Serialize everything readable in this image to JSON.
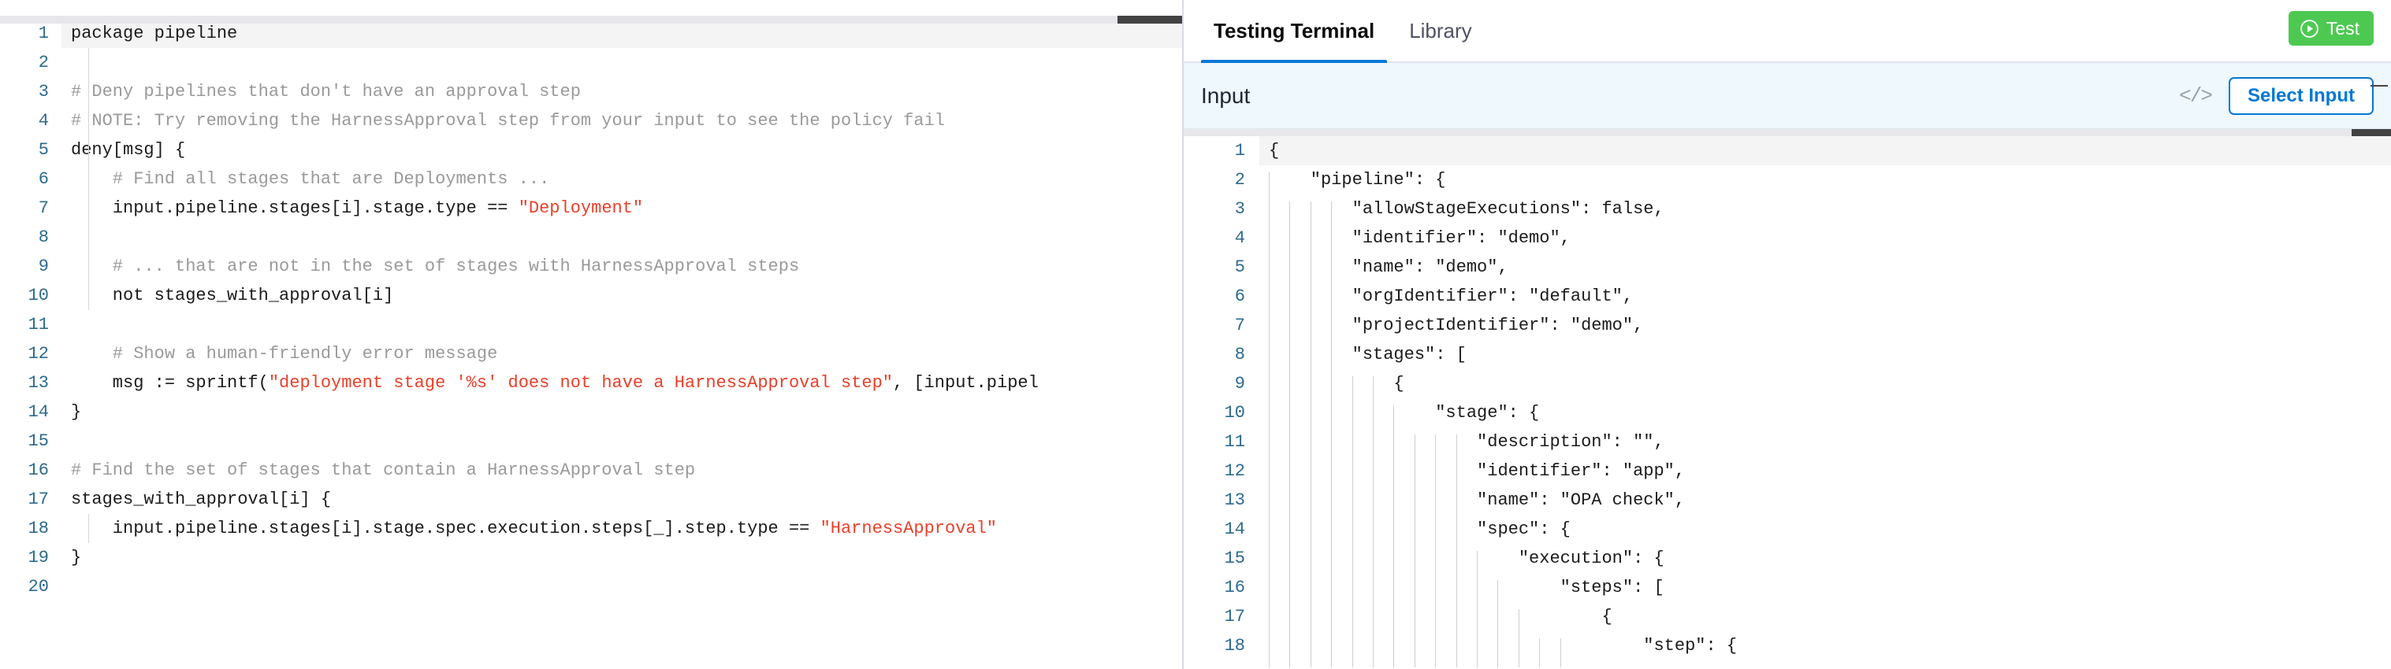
{
  "left_editor": {
    "language": "rego",
    "minimize_icon": "minimize-icon",
    "lines": [
      {
        "n": "1",
        "segments": [
          {
            "t": "package pipeline",
            "c": "plain"
          }
        ]
      },
      {
        "n": "2",
        "segments": [
          {
            "t": "",
            "c": "plain"
          }
        ]
      },
      {
        "n": "3",
        "segments": [
          {
            "t": "# Deny pipelines that don't have an approval step",
            "c": "comment"
          }
        ]
      },
      {
        "n": "4",
        "segments": [
          {
            "t": "# NOTE: Try removing the HarnessApproval step from your input to see the policy fail",
            "c": "comment"
          }
        ]
      },
      {
        "n": "5",
        "segments": [
          {
            "t": "deny[msg] {",
            "c": "plain"
          }
        ]
      },
      {
        "n": "6",
        "segments": [
          {
            "t": "    # Find all stages that are Deployments ...",
            "c": "comment"
          }
        ]
      },
      {
        "n": "7",
        "segments": [
          {
            "t": "    input.pipeline.stages[i].stage.type == ",
            "c": "plain"
          },
          {
            "t": "\"Deployment\"",
            "c": "string"
          }
        ]
      },
      {
        "n": "8",
        "segments": [
          {
            "t": "",
            "c": "plain"
          }
        ]
      },
      {
        "n": "9",
        "segments": [
          {
            "t": "    # ... that are not in the set of stages with HarnessApproval steps",
            "c": "comment"
          }
        ]
      },
      {
        "n": "10",
        "segments": [
          {
            "t": "    not stages_with_approval[i]",
            "c": "plain"
          }
        ]
      },
      {
        "n": "11",
        "segments": [
          {
            "t": "",
            "c": "plain"
          }
        ]
      },
      {
        "n": "12",
        "segments": [
          {
            "t": "    # Show a human-friendly error message",
            "c": "comment"
          }
        ]
      },
      {
        "n": "13",
        "segments": [
          {
            "t": "    msg := sprintf(",
            "c": "plain"
          },
          {
            "t": "\"deployment stage '%s' does not have a HarnessApproval step\"",
            "c": "string"
          },
          {
            "t": ", [input.pipel",
            "c": "plain"
          }
        ]
      },
      {
        "n": "14",
        "segments": [
          {
            "t": "}",
            "c": "plain"
          }
        ]
      },
      {
        "n": "15",
        "segments": [
          {
            "t": "",
            "c": "plain"
          }
        ]
      },
      {
        "n": "16",
        "segments": [
          {
            "t": "# Find the set of stages that contain a HarnessApproval step",
            "c": "comment"
          }
        ]
      },
      {
        "n": "17",
        "segments": [
          {
            "t": "stages_with_approval[i] {",
            "c": "plain"
          }
        ]
      },
      {
        "n": "18",
        "segments": [
          {
            "t": "    input.pipeline.stages[i].stage.spec.execution.steps[_].step.type == ",
            "c": "plain"
          },
          {
            "t": "\"HarnessApproval\"",
            "c": "string"
          }
        ]
      },
      {
        "n": "19",
        "segments": [
          {
            "t": "}",
            "c": "plain"
          }
        ]
      },
      {
        "n": "20",
        "segments": [
          {
            "t": "",
            "c": "plain"
          }
        ]
      }
    ]
  },
  "right_panel": {
    "tabs": [
      {
        "label": "Testing Terminal",
        "active": true
      },
      {
        "label": "Library",
        "active": false
      }
    ],
    "test_button": {
      "label": "Test",
      "icon": "play-circle-icon",
      "color": "#4dc952"
    },
    "input_bar": {
      "label": "Input",
      "code_toggle_icon": "code-brackets-icon",
      "code_toggle_glyph": "</>",
      "select_input_label": "Select Input",
      "accent_color": "#0278d5",
      "background": "#eff8fd"
    },
    "json_editor": {
      "minimize_icon": "minimize-icon",
      "lines": [
        {
          "n": "1",
          "text": "{"
        },
        {
          "n": "2",
          "text": "    \"pipeline\": {"
        },
        {
          "n": "3",
          "text": "        \"allowStageExecutions\": false,"
        },
        {
          "n": "4",
          "text": "        \"identifier\": \"demo\","
        },
        {
          "n": "5",
          "text": "        \"name\": \"demo\","
        },
        {
          "n": "6",
          "text": "        \"orgIdentifier\": \"default\","
        },
        {
          "n": "7",
          "text": "        \"projectIdentifier\": \"demo\","
        },
        {
          "n": "8",
          "text": "        \"stages\": ["
        },
        {
          "n": "9",
          "text": "            {"
        },
        {
          "n": "10",
          "text": "                \"stage\": {"
        },
        {
          "n": "11",
          "text": "                    \"description\": \"\","
        },
        {
          "n": "12",
          "text": "                    \"identifier\": \"app\","
        },
        {
          "n": "13",
          "text": "                    \"name\": \"OPA check\","
        },
        {
          "n": "14",
          "text": "                    \"spec\": {"
        },
        {
          "n": "15",
          "text": "                        \"execution\": {"
        },
        {
          "n": "16",
          "text": "                            \"steps\": ["
        },
        {
          "n": "17",
          "text": "                                {"
        },
        {
          "n": "18",
          "text": "                                    \"step\": {"
        }
      ]
    }
  },
  "colors": {
    "accent_blue": "#0278d5",
    "test_green": "#4dc952",
    "string_red": "#e8402a",
    "comment_gray": "#9a9a9a",
    "gutter_blue": "#2d6a8e",
    "input_bar_bg": "#eff8fd"
  }
}
